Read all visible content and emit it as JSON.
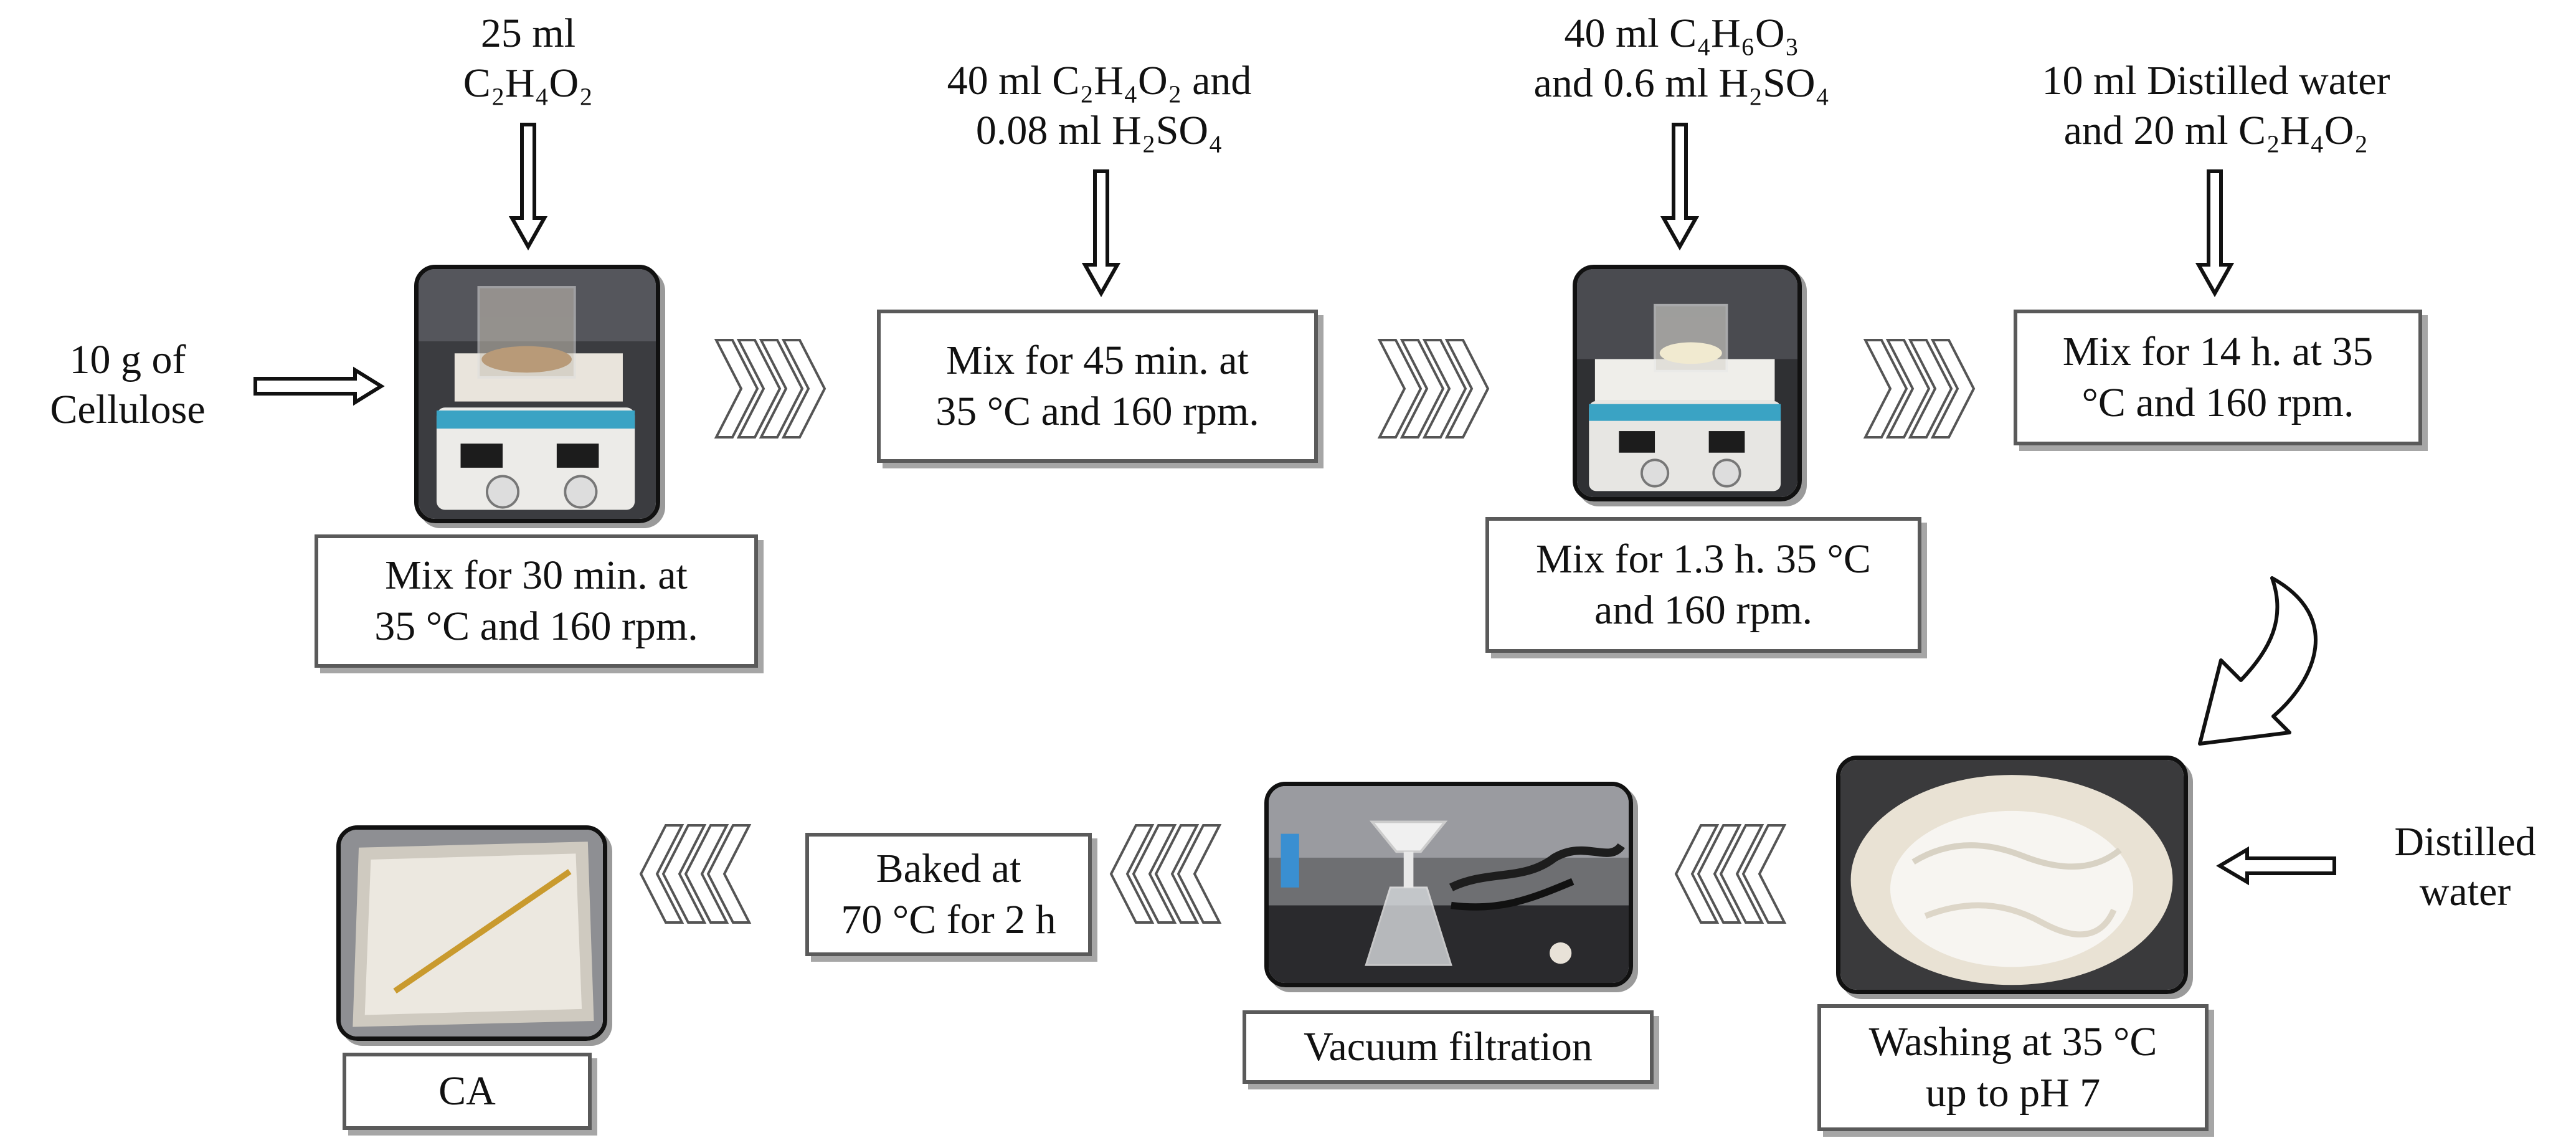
{
  "input_cellulose": [
    "10 g of",
    "Cellulose"
  ],
  "step1_add": [
    "25 ml",
    "C₂H₄O₂"
  ],
  "step1_box": [
    "Mix for 30 min. at",
    "35 °C and 160 rpm."
  ],
  "step2_add": [
    "40 ml C₂H₄O₂ and",
    "0.08 ml H₂SO₄"
  ],
  "step2_box": [
    "Mix for 45 min. at",
    "35 °C and 160 rpm."
  ],
  "step3_add": [
    "40 ml C₄H₆O₃",
    "and 0.6 ml H₂SO₄"
  ],
  "step3_box": [
    "Mix for 1.3 h. 35 °C",
    "and 160 rpm."
  ],
  "step4_add": [
    "10 ml Distilled water",
    "and 20 ml C₂H₄O₂"
  ],
  "step4_box": [
    "Mix for 14 h. at 35",
    "°C and 160 rpm."
  ],
  "wash_input": [
    "Distilled",
    "water"
  ],
  "wash_box": [
    "Washing at 35 °C",
    "up to pH 7"
  ],
  "filter_box": [
    "Vacuum filtration"
  ],
  "bake_box": [
    "Baked at",
    "70 °C for 2 h"
  ],
  "product_box": [
    "CA"
  ],
  "icons": {
    "photo1": "hotplate-stirrer-photo",
    "photo2": "hotplate-stirrer-beaker-photo",
    "photo3": "washing-filter-paper-photo",
    "photo4": "vacuum-filtration-setup-photo",
    "photo5": "cellulose-acetate-tray-photo"
  }
}
